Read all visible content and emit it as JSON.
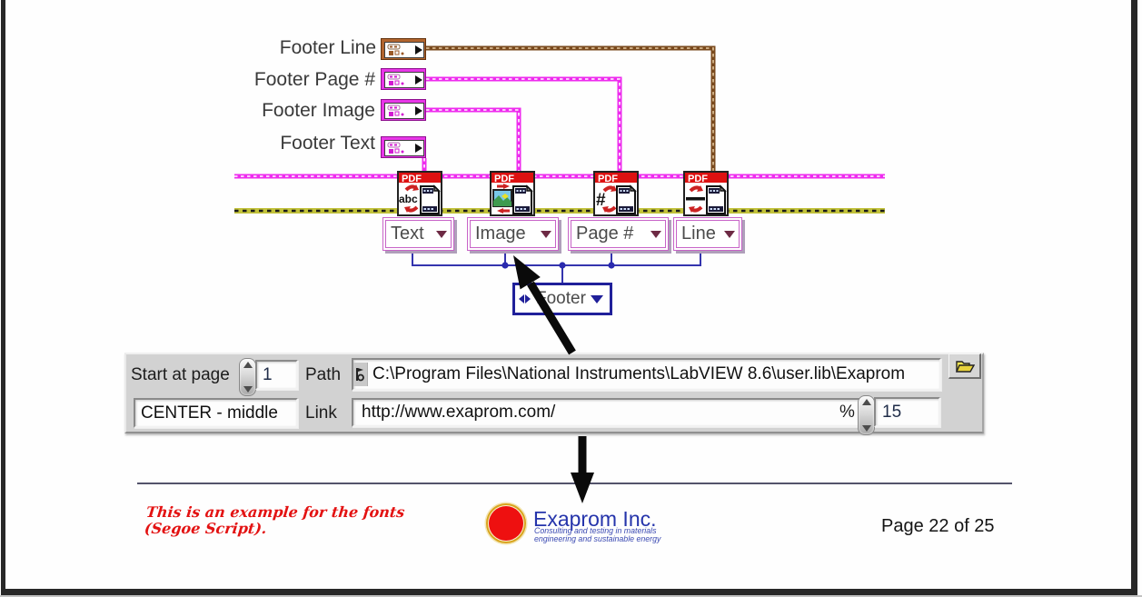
{
  "diagram": {
    "terminals": [
      {
        "label": "Footer Line",
        "wire_color": "#7a4a1e",
        "border_color": "#b2652e"
      },
      {
        "label": "Footer Page #",
        "wire_color": "#ee2bee",
        "border_color": "#e836e8"
      },
      {
        "label": "Footer Image",
        "wire_color": "#ee2bee",
        "border_color": "#e836e8"
      },
      {
        "label": "Footer Text",
        "wire_color": "#ee2bee",
        "border_color": "#e836e8"
      }
    ],
    "vis": [
      {
        "banner": "PDF",
        "glyph": "abc",
        "enum_label": "Text"
      },
      {
        "banner": "PDF",
        "glyph": "image",
        "enum_label": "Image"
      },
      {
        "banner": "PDF",
        "glyph": "#",
        "enum_label": "Page #"
      },
      {
        "banner": "PDF",
        "glyph": "line",
        "enum_label": "Line"
      }
    ],
    "footer_ring": {
      "label": "Footer"
    },
    "wire_colors": {
      "cluster_pink": "#ee2bee",
      "cluster_brown": "#7a4a1e",
      "error_olive": "#c2c23a",
      "bool_blue": "#3434ae"
    }
  },
  "panel": {
    "start_at_page": {
      "label": "Start at page",
      "value": "1"
    },
    "position": {
      "value": "CENTER - middle"
    },
    "path": {
      "label": "Path",
      "value": "C:\\Program Files\\National Instruments\\LabVIEW 8.6\\user.lib\\Exaprom"
    },
    "link": {
      "label": "Link",
      "value": "http://www.exaprom.com/"
    },
    "percent": {
      "label": "%",
      "value": "15"
    }
  },
  "page_footer": {
    "note_line1": "This is an example for the fonts",
    "note_line2": "(Segoe Script).",
    "company": "Exaprom Inc.",
    "tagline_line1": "Consulting and testing in materials",
    "tagline_line2": "engineering and sustainable energy",
    "page_info": "Page 22 of 25"
  },
  "colors": {
    "pdf_banner_red": "#dd1111",
    "company_blue": "#2534ab",
    "note_red": "#e31212",
    "frame_black": "#282828"
  }
}
